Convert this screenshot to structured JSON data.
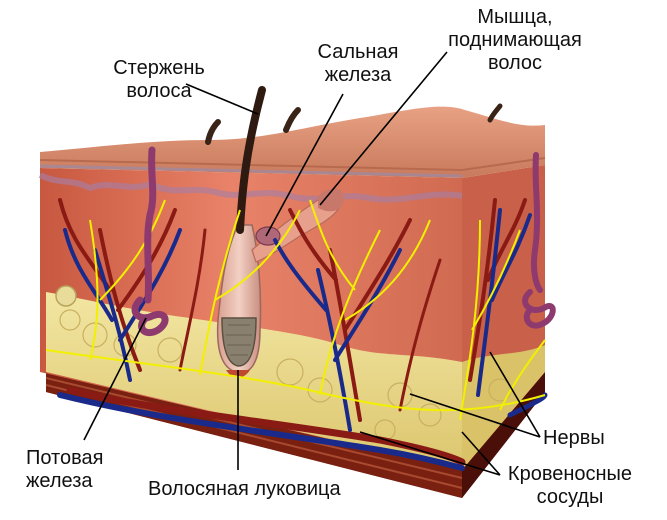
{
  "labels": {
    "hair_shaft": [
      "Стержень",
      "волоса"
    ],
    "sebaceous_gland": [
      "Сальная",
      "железа"
    ],
    "arrector_muscle": [
      "Мышца,",
      "поднимающая",
      "волос"
    ],
    "sweat_gland": [
      "Потовая",
      "железа"
    ],
    "hair_bulb": "Волосяная луковица",
    "nerves": "Нервы",
    "blood_vessels": [
      "Кровеносные",
      "сосуды"
    ]
  },
  "colors": {
    "epidermis": "#d98a6a",
    "dermis": "#d96850",
    "fat": "#e9d98a",
    "base": "#6b1a12",
    "veins": "#1a2a8a",
    "arteries": "#8a1a14",
    "nerves": "#f2f000",
    "gland": "#8e3a6e"
  }
}
